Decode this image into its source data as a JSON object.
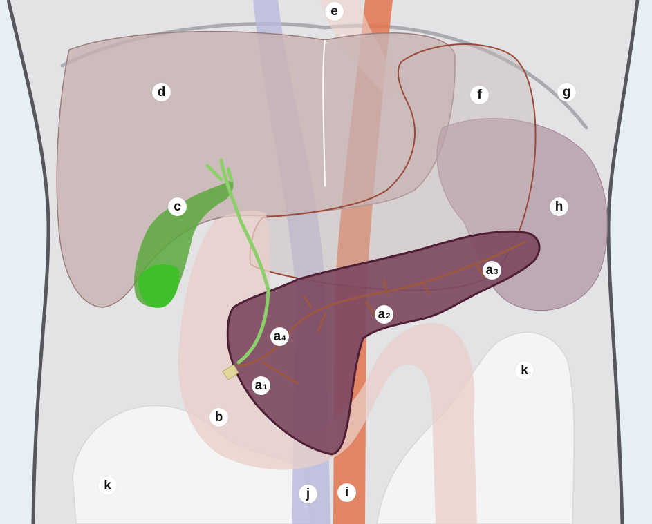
{
  "labels": {
    "a1": {
      "main": "a",
      "sub": "1"
    },
    "a2": {
      "main": "a",
      "sub": "2"
    },
    "a3": {
      "main": "a",
      "sub": "3"
    },
    "a4": {
      "main": "a",
      "sub": "4"
    },
    "b": "b",
    "c": "c",
    "d": "d",
    "e": "e",
    "f": "f",
    "g": "g",
    "h": "h",
    "i": "i",
    "j": "j",
    "k_left": "k",
    "k_right": "k"
  },
  "colors": {
    "background": "#e6eef6",
    "torso": "#e3e3e6",
    "torso_outline": "#55575c",
    "liver": "#c7b2b2",
    "stomach_outline": "#9a4a3a",
    "spleen": "#ad919e",
    "pancreas": "#7e4a62",
    "pancreas_outline": "#4f1f35",
    "pancreatic_duct": "#9b5a3e",
    "gallbladder": "#5aa83c",
    "gallbladder_fundus": "#3fbf2a",
    "duodenum": "#e8cfc8",
    "aorta": "#e2744e",
    "vena_cava": "#b7b9dc",
    "intestine": "#f4f4f4",
    "rib": "#a9abb0"
  }
}
